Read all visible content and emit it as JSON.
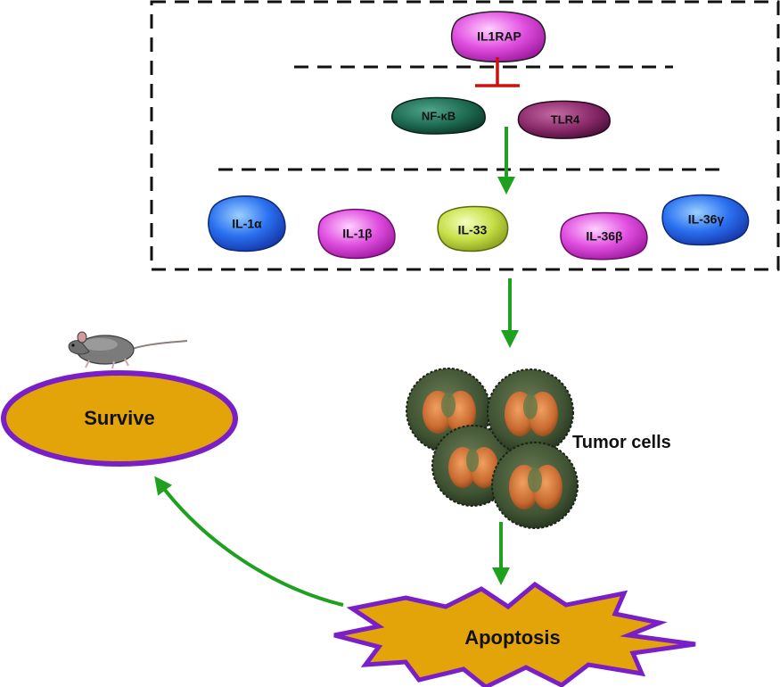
{
  "diagram": {
    "receptor": {
      "label": "IL1RAP",
      "color": "#e04fe0"
    },
    "mediators": [
      {
        "label": "NF-κB",
        "color": "#1e6b52"
      },
      {
        "label": "TLR4",
        "color": "#8a2a6a"
      }
    ],
    "cytokines": [
      {
        "label": "IL-1α",
        "color": "#2a70f0"
      },
      {
        "label": "IL-1β",
        "color": "#e04fe0"
      },
      {
        "label": "IL-33",
        "color": "#c8e04a"
      },
      {
        "label": "IL-36β",
        "color": "#e04fe0"
      },
      {
        "label": "IL-36γ",
        "color": "#2a70f0"
      }
    ],
    "tumor_label": "Tumor cells",
    "apoptosis_label": "Apoptosis",
    "survive_label": "Survive",
    "colors": {
      "arrow": "#1fa01f",
      "inhibit": "#cc1111",
      "node_fill": "#e3a40a",
      "node_border": "#7a1fc8"
    }
  }
}
